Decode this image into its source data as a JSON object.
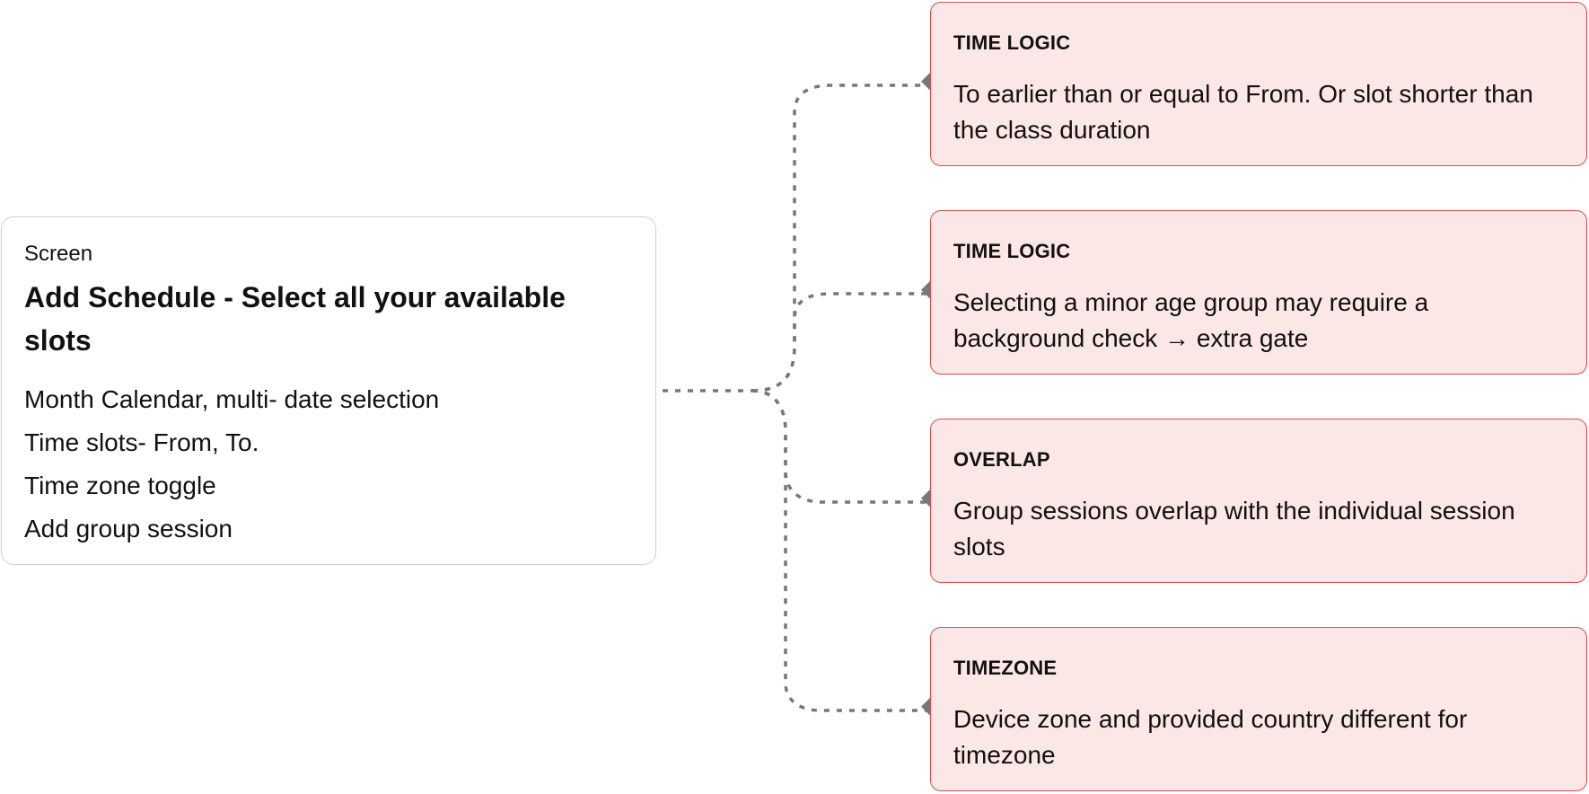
{
  "screen": {
    "kicker": "Screen",
    "title": "Add Schedule - Select all your available slots",
    "items": [
      "Month Calendar, multi- date selection",
      "Time slots- From, To.",
      "Time zone toggle",
      "Add group session"
    ]
  },
  "issues": [
    {
      "tag": "TIME LOGIC",
      "text": "To earlier than or equal to From. Or slot shorter than the class duration"
    },
    {
      "tag": "TIME LOGIC",
      "text": "Selecting a minor age group may require a background check → extra gate"
    },
    {
      "tag": "OVERLAP",
      "text": "Group sessions overlap with the individual session slots"
    },
    {
      "tag": "TIMEZONE",
      "text": "Device zone and provided country different for timezone"
    }
  ],
  "colors": {
    "screen_border": "#cfcfcf",
    "issue_fill": "#fbe7e6",
    "issue_border": "#d84b4b",
    "connector": "#777777"
  }
}
